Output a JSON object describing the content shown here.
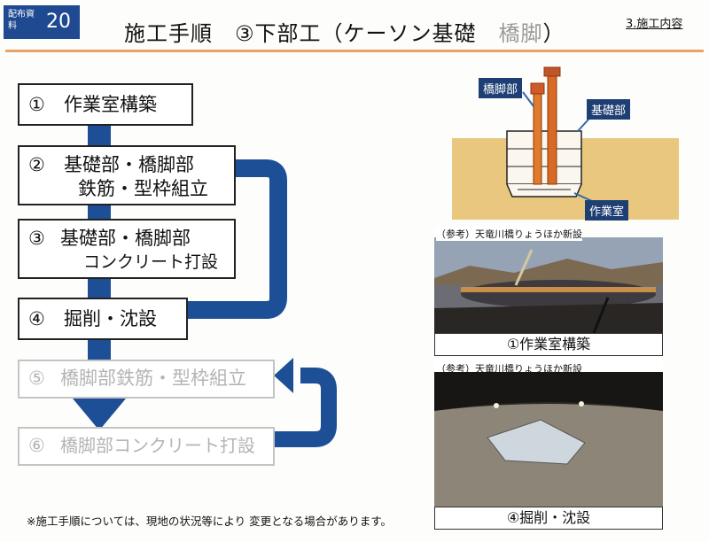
{
  "header": {
    "badge_small": "配布資料",
    "badge_number": "20",
    "title_main": "施工手順　③下部工（ケーソン基礎　",
    "title_faded": "橋脚",
    "title_close": "）",
    "section_label": "3.施工内容"
  },
  "steps": [
    {
      "num": "①",
      "lines": [
        "作業室構築"
      ]
    },
    {
      "num": "②",
      "lines": [
        "基礎部・橋脚部",
        "鉄筋・型枠組立"
      ]
    },
    {
      "num": "③",
      "lines": [
        "基礎部・橋脚部",
        "コンクリート打設"
      ]
    },
    {
      "num": "④",
      "lines": [
        "掘削・沈設"
      ]
    },
    {
      "num": "⑤",
      "lines": [
        "橋脚部鉄筋・型枠組立"
      ]
    },
    {
      "num": "⑥",
      "lines": [
        "橋脚部コンクリート打設"
      ]
    }
  ],
  "diagram": {
    "label_pier": "橋脚部",
    "label_foundation": "基礎部",
    "label_chamber": "作業室"
  },
  "photos": [
    {
      "caption": "（参考）天竜川橋りょうほか新設",
      "title": "①作業室構築"
    },
    {
      "caption": "（参考）天竜川橋りょうほか新設",
      "title": "④掘削・沈設"
    }
  ],
  "footnote": "※施工手順については、現地の状況等により 変更となる場合があります。",
  "colors": {
    "brand_blue": "#1f4a91",
    "flow_arrow": "#1d4f96",
    "header_rule": "#e8a468",
    "faded_text": "#b4b4b4"
  }
}
